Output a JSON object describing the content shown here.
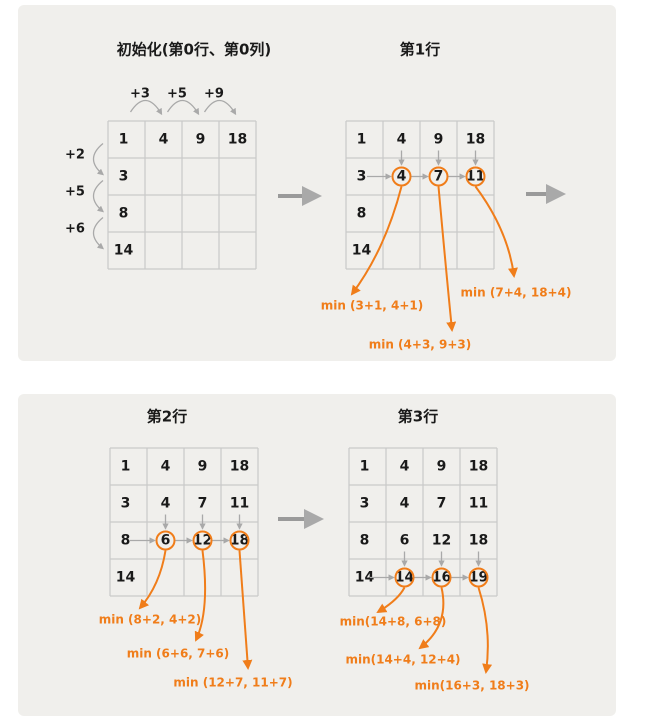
{
  "titles": {
    "init": "初始化(第0行、第0列)",
    "row1": "第1行",
    "row2": "第2行",
    "row3": "第3行"
  },
  "col_increments": [
    "+3",
    "+5",
    "+9"
  ],
  "row_increments": [
    "+2",
    "+5",
    "+6"
  ],
  "grids": {
    "init": [
      [
        "1",
        "4",
        "9",
        "18"
      ],
      [
        "3",
        "",
        "",
        ""
      ],
      [
        "8",
        "",
        "",
        ""
      ],
      [
        "14",
        "",
        "",
        ""
      ]
    ],
    "row1": [
      [
        "1",
        "4",
        "9",
        "18"
      ],
      [
        "3",
        "4",
        "7",
        "11"
      ],
      [
        "8",
        "",
        "",
        ""
      ],
      [
        "14",
        "",
        "",
        ""
      ]
    ],
    "row2": [
      [
        "1",
        "4",
        "9",
        "18"
      ],
      [
        "3",
        "4",
        "7",
        "11"
      ],
      [
        "8",
        "6",
        "12",
        "18"
      ],
      [
        "14",
        "",
        "",
        ""
      ]
    ],
    "row3": [
      [
        "1",
        "4",
        "9",
        "18"
      ],
      [
        "3",
        "4",
        "7",
        "11"
      ],
      [
        "8",
        "6",
        "12",
        "18"
      ],
      [
        "14",
        "14",
        "16",
        "19"
      ]
    ]
  },
  "formulas": {
    "row1": [
      "min (3+1, 4+1)",
      "min (4+3, 9+3)",
      "min (7+4, 18+4)"
    ],
    "row2": [
      "min (8+2, 4+2)",
      "min (6+6, 7+6)",
      "min (12+7, 11+7)"
    ],
    "row3": [
      "min(14+8, 6+8)",
      "min(14+4, 12+4)",
      "min(16+3, 18+3)"
    ]
  },
  "colors": {
    "highlight": "#f07d1a",
    "grid": "#c9c9c9",
    "arrow": "#a9a9a9",
    "text": "#1a1a1a"
  }
}
